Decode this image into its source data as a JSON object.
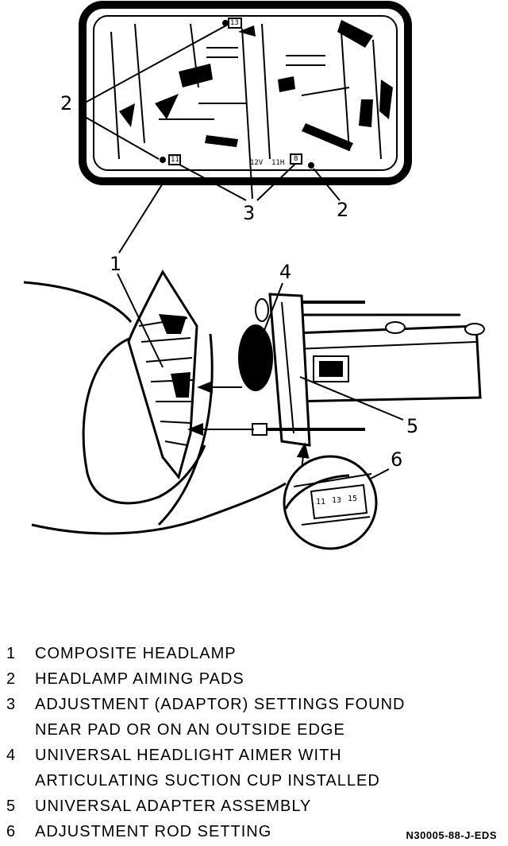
{
  "callouts": {
    "c1": "1",
    "c2_left": "2",
    "c2_right": "2",
    "c3": "3",
    "c4": "4",
    "c5": "5",
    "c6": "6"
  },
  "headlamp_marks": {
    "pad_top": "13",
    "pad_left": "11",
    "pad_right": "8",
    "setting_a": "12V",
    "setting_b": "11H"
  },
  "rod_scale": [
    "11",
    "13",
    "15"
  ],
  "legend": [
    {
      "num": "1",
      "lines": [
        "COMPOSITE HEADLAMP"
      ]
    },
    {
      "num": "2",
      "lines": [
        "HEADLAMP AIMING PADS"
      ]
    },
    {
      "num": "3",
      "lines": [
        "ADJUSTMENT (ADAPTOR) SETTINGS FOUND",
        "NEAR PAD OR ON AN OUTSIDE EDGE"
      ]
    },
    {
      "num": "4",
      "lines": [
        "UNIVERSAL HEADLIGHT AIMER WITH",
        "ARTICULATING SUCTION CUP INSTALLED"
      ]
    },
    {
      "num": "5",
      "lines": [
        "UNIVERSAL ADAPTER ASSEMBLY"
      ]
    },
    {
      "num": "6",
      "lines": [
        "ADJUSTMENT ROD SETTING"
      ]
    }
  ],
  "figure_code": "N30005-88-J-EDS"
}
